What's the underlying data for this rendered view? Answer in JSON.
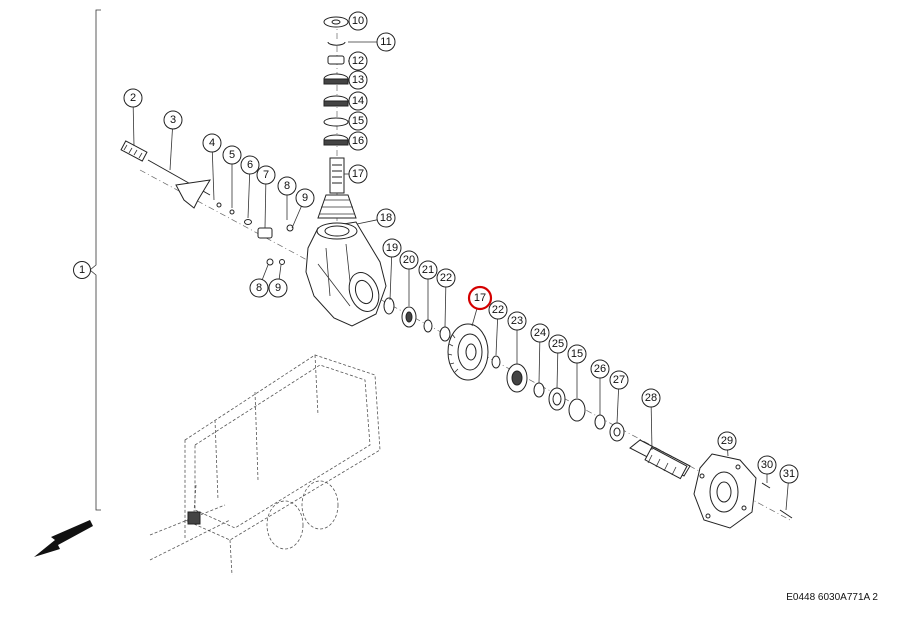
{
  "diagram": {
    "assembly_label": "1",
    "callouts": [
      "2",
      "3",
      "4",
      "5",
      "6",
      "7",
      "8",
      "9",
      "8",
      "9",
      "10",
      "11",
      "12",
      "13",
      "14",
      "15",
      "16",
      "17",
      "18",
      "19",
      "20",
      "21",
      "22",
      "17",
      "22",
      "23",
      "24",
      "25",
      "15",
      "26",
      "27",
      "28",
      "29",
      "30",
      "31"
    ],
    "highlighted_callout": "17",
    "accent_color": "#d40000"
  },
  "footer": {
    "code": "E0448 6030A771A 2"
  }
}
